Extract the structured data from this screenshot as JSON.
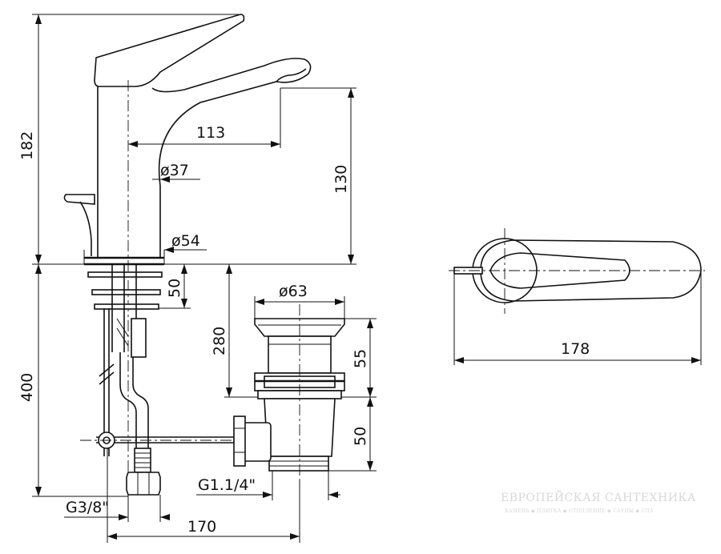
{
  "dimensions": {
    "faucet_height": "182",
    "spout_reach": "113",
    "body_diameter": "ø37",
    "spout_height": "130",
    "base_diameter": "ø54",
    "max_deck_thickness": "50",
    "flange_diameter": "ø63",
    "waste_length": "280",
    "waste_upper": "55",
    "waste_lower": "50",
    "below_deck": "400",
    "connection_waste": "G1.1/4\"",
    "connection_supply": "G3/8\"",
    "lever_to_waste": "170",
    "top_view_length": "178"
  },
  "watermark": {
    "line1": "ЕВРОПЕЙСКАЯ САНТЕХНИКА",
    "line2": "КАМЕНЬ ◆ ПЛИТКА ◆ ОТОПЛЕНИЕ ◆ САУНЫ ◆ СПА"
  }
}
